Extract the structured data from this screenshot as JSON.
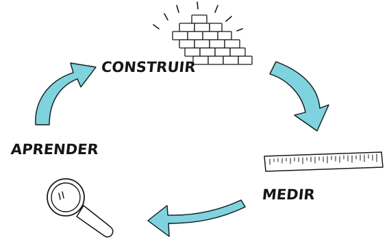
{
  "cycle": {
    "steps": [
      {
        "label": "CONSTRUIR",
        "icon": "brick-wall-icon"
      },
      {
        "label": "MEDIR",
        "icon": "ruler-icon"
      },
      {
        "label": "APRENDER",
        "icon": "magnifying-glass-icon"
      }
    ],
    "arrow_color": "#5ec6d6",
    "ink_color": "#161616"
  }
}
